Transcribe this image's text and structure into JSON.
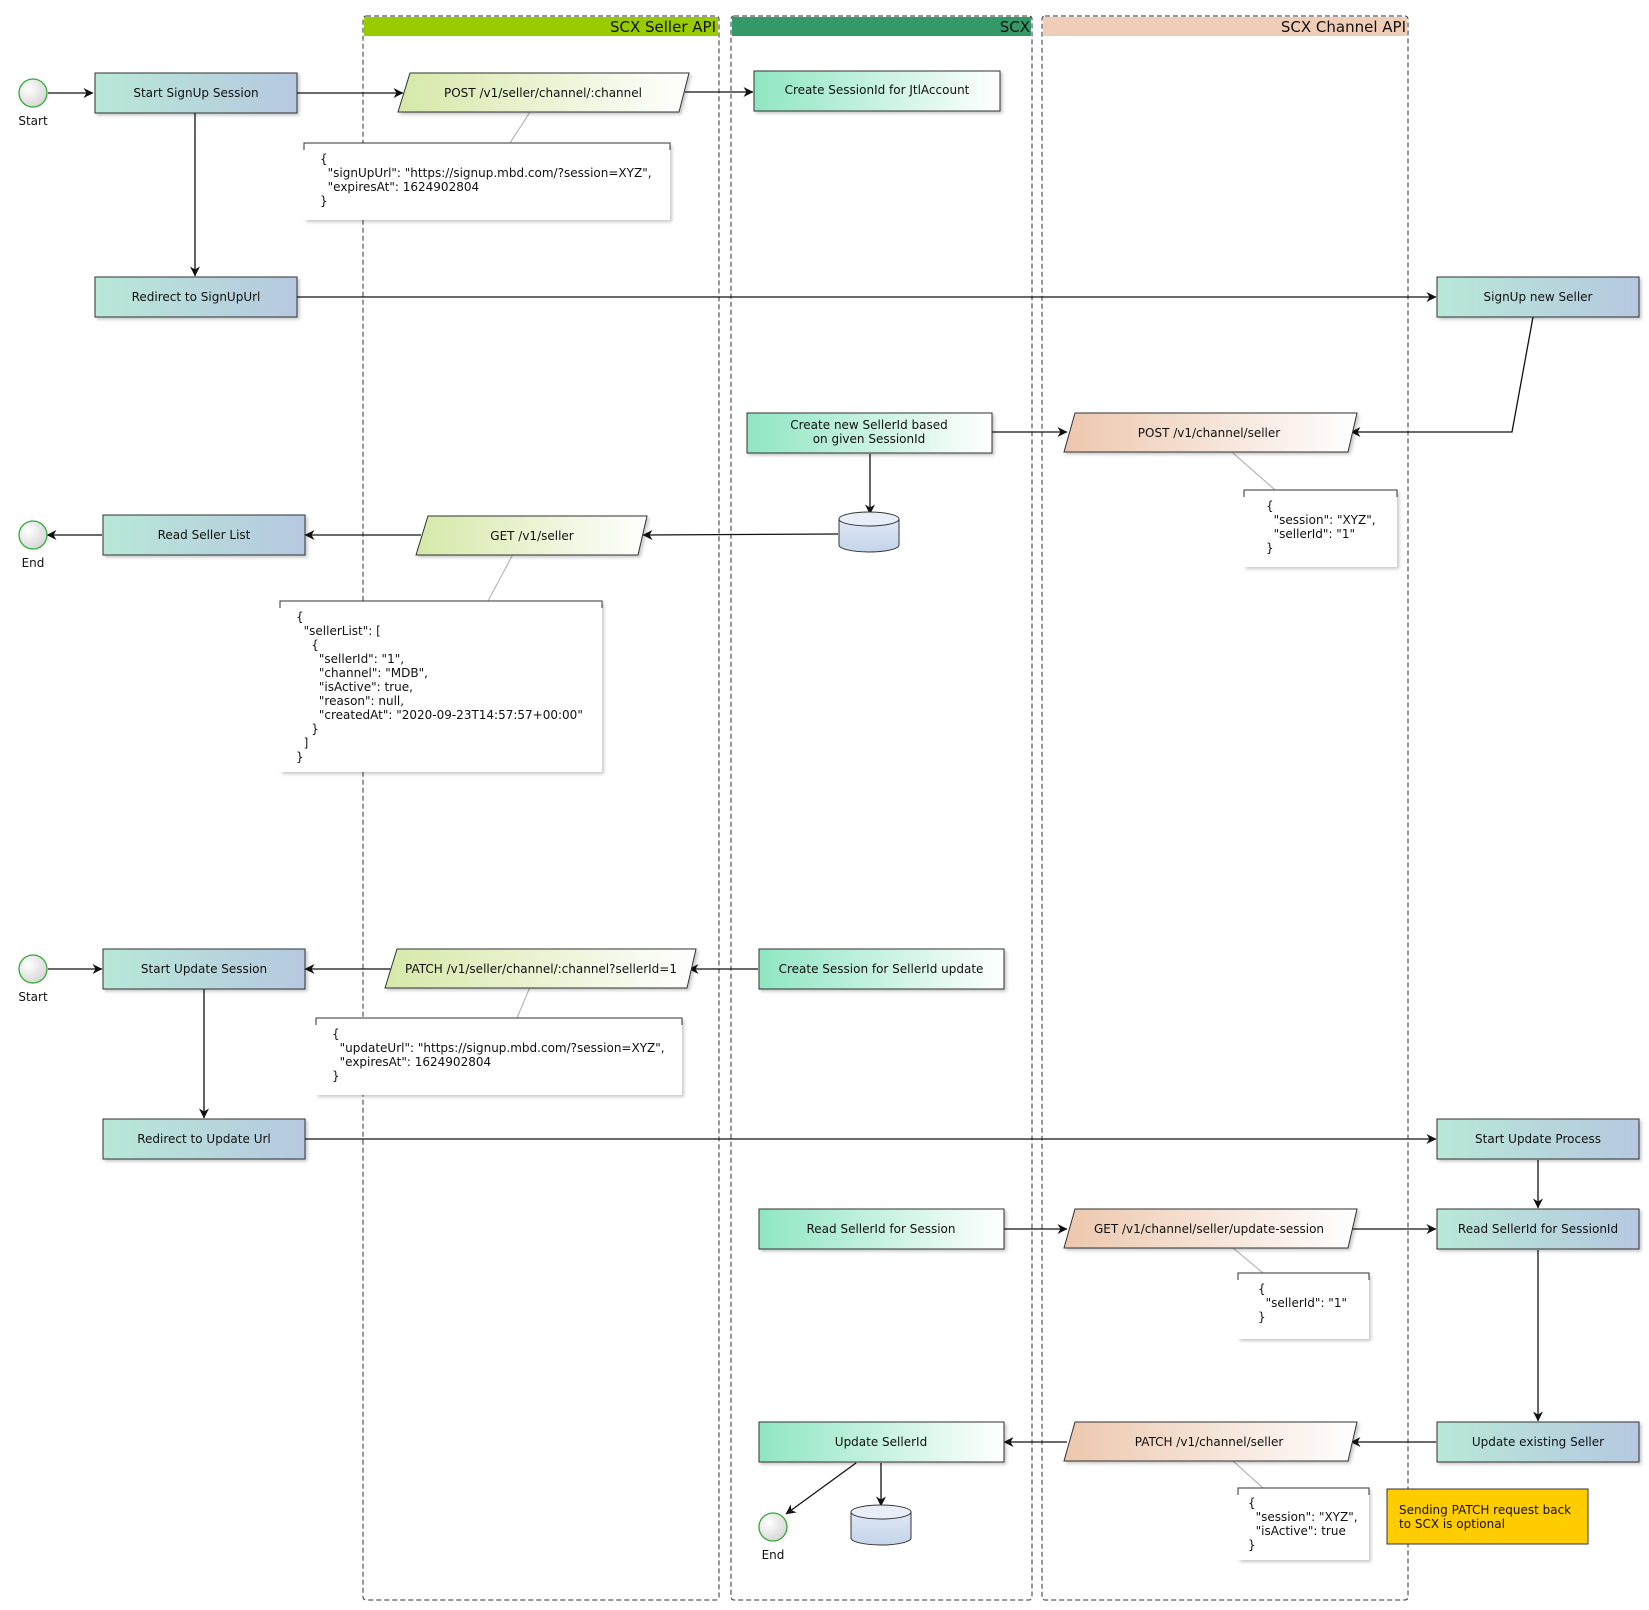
{
  "lanes": {
    "seller_api": "SCX Seller API",
    "scx": "SCX",
    "channel_api": "SCX Channel API"
  },
  "events": {
    "start_1": "Start",
    "end_1": "End",
    "start_2": "Start",
    "end_2": "End"
  },
  "tasks": {
    "start_signup_session": "Start SignUp Session",
    "redirect_signup_url": "Redirect to SignUpUrl",
    "read_seller_list": "Read Seller List",
    "start_update_session": "Start Update Session",
    "redirect_update_url": "Redirect to Update Url",
    "create_session_jtl": "Create SessionId for JtlAccount",
    "create_sellerid_line1": "Create new SellerId based",
    "create_sellerid_line2": "on given SessionId",
    "create_session_update": "Create Session for SellerId update",
    "read_sellerid_session": "Read SellerId for Session",
    "update_sellerid": "Update SellerId",
    "signup_new_seller": "SignUp new Seller",
    "start_update_process": "Start Update Process",
    "read_sellerid_sessionid": "Read SellerId for SessionId",
    "update_existing_seller": "Update existing Seller"
  },
  "endpoints": {
    "post_seller_channel": "POST /v1/seller/channel/:channel",
    "get_seller": "GET /v1/seller",
    "patch_seller_channel": "PATCH /v1/seller/channel/:channel?sellerId=1",
    "post_channel_seller": "POST /v1/channel/seller",
    "get_update_session": "GET /v1/channel/seller/update-session",
    "patch_channel_seller": "PATCH /v1/channel/seller"
  },
  "annotations": {
    "signup_response": [
      "{",
      "  \"signUpUrl\": \"https://signup.mbd.com/?session=XYZ\",",
      "  \"expiresAt\": 1624902804",
      "}"
    ],
    "seller_list_response": [
      "{",
      "  \"sellerList\": [",
      "    {",
      "      \"sellerId\": \"1\",",
      "      \"channel\": \"MDB\",",
      "      \"isActive\": true,",
      "      \"reason\": null,",
      "      \"createdAt\": \"2020-09-23T14:57:57+00:00\"",
      "    }",
      "  ]",
      "}"
    ],
    "update_response": [
      "{",
      "  \"updateUrl\": \"https://signup.mbd.com/?session=XYZ\",",
      "  \"expiresAt\": 1624902804",
      "}"
    ],
    "post_seller_body": [
      "{",
      "  \"session\": \"XYZ\",",
      "  \"sellerId\": \"1\"",
      "}"
    ],
    "update_session_response": [
      "{",
      "  \"sellerId\": \"1\"",
      "}"
    ],
    "patch_seller_body": [
      "{",
      "  \"session\": \"XYZ\",",
      "  \"isActive\": true",
      "}"
    ]
  },
  "note": {
    "line1": "Sending PATCH request back",
    "line2": "to SCX is optional"
  },
  "colors": {
    "seller_api_header": "#99cc00",
    "scx_header": "#339966",
    "channel_api_header": "#f0cdb6",
    "note_fill": "#ffcc00",
    "event_stroke": "#33aa33"
  }
}
